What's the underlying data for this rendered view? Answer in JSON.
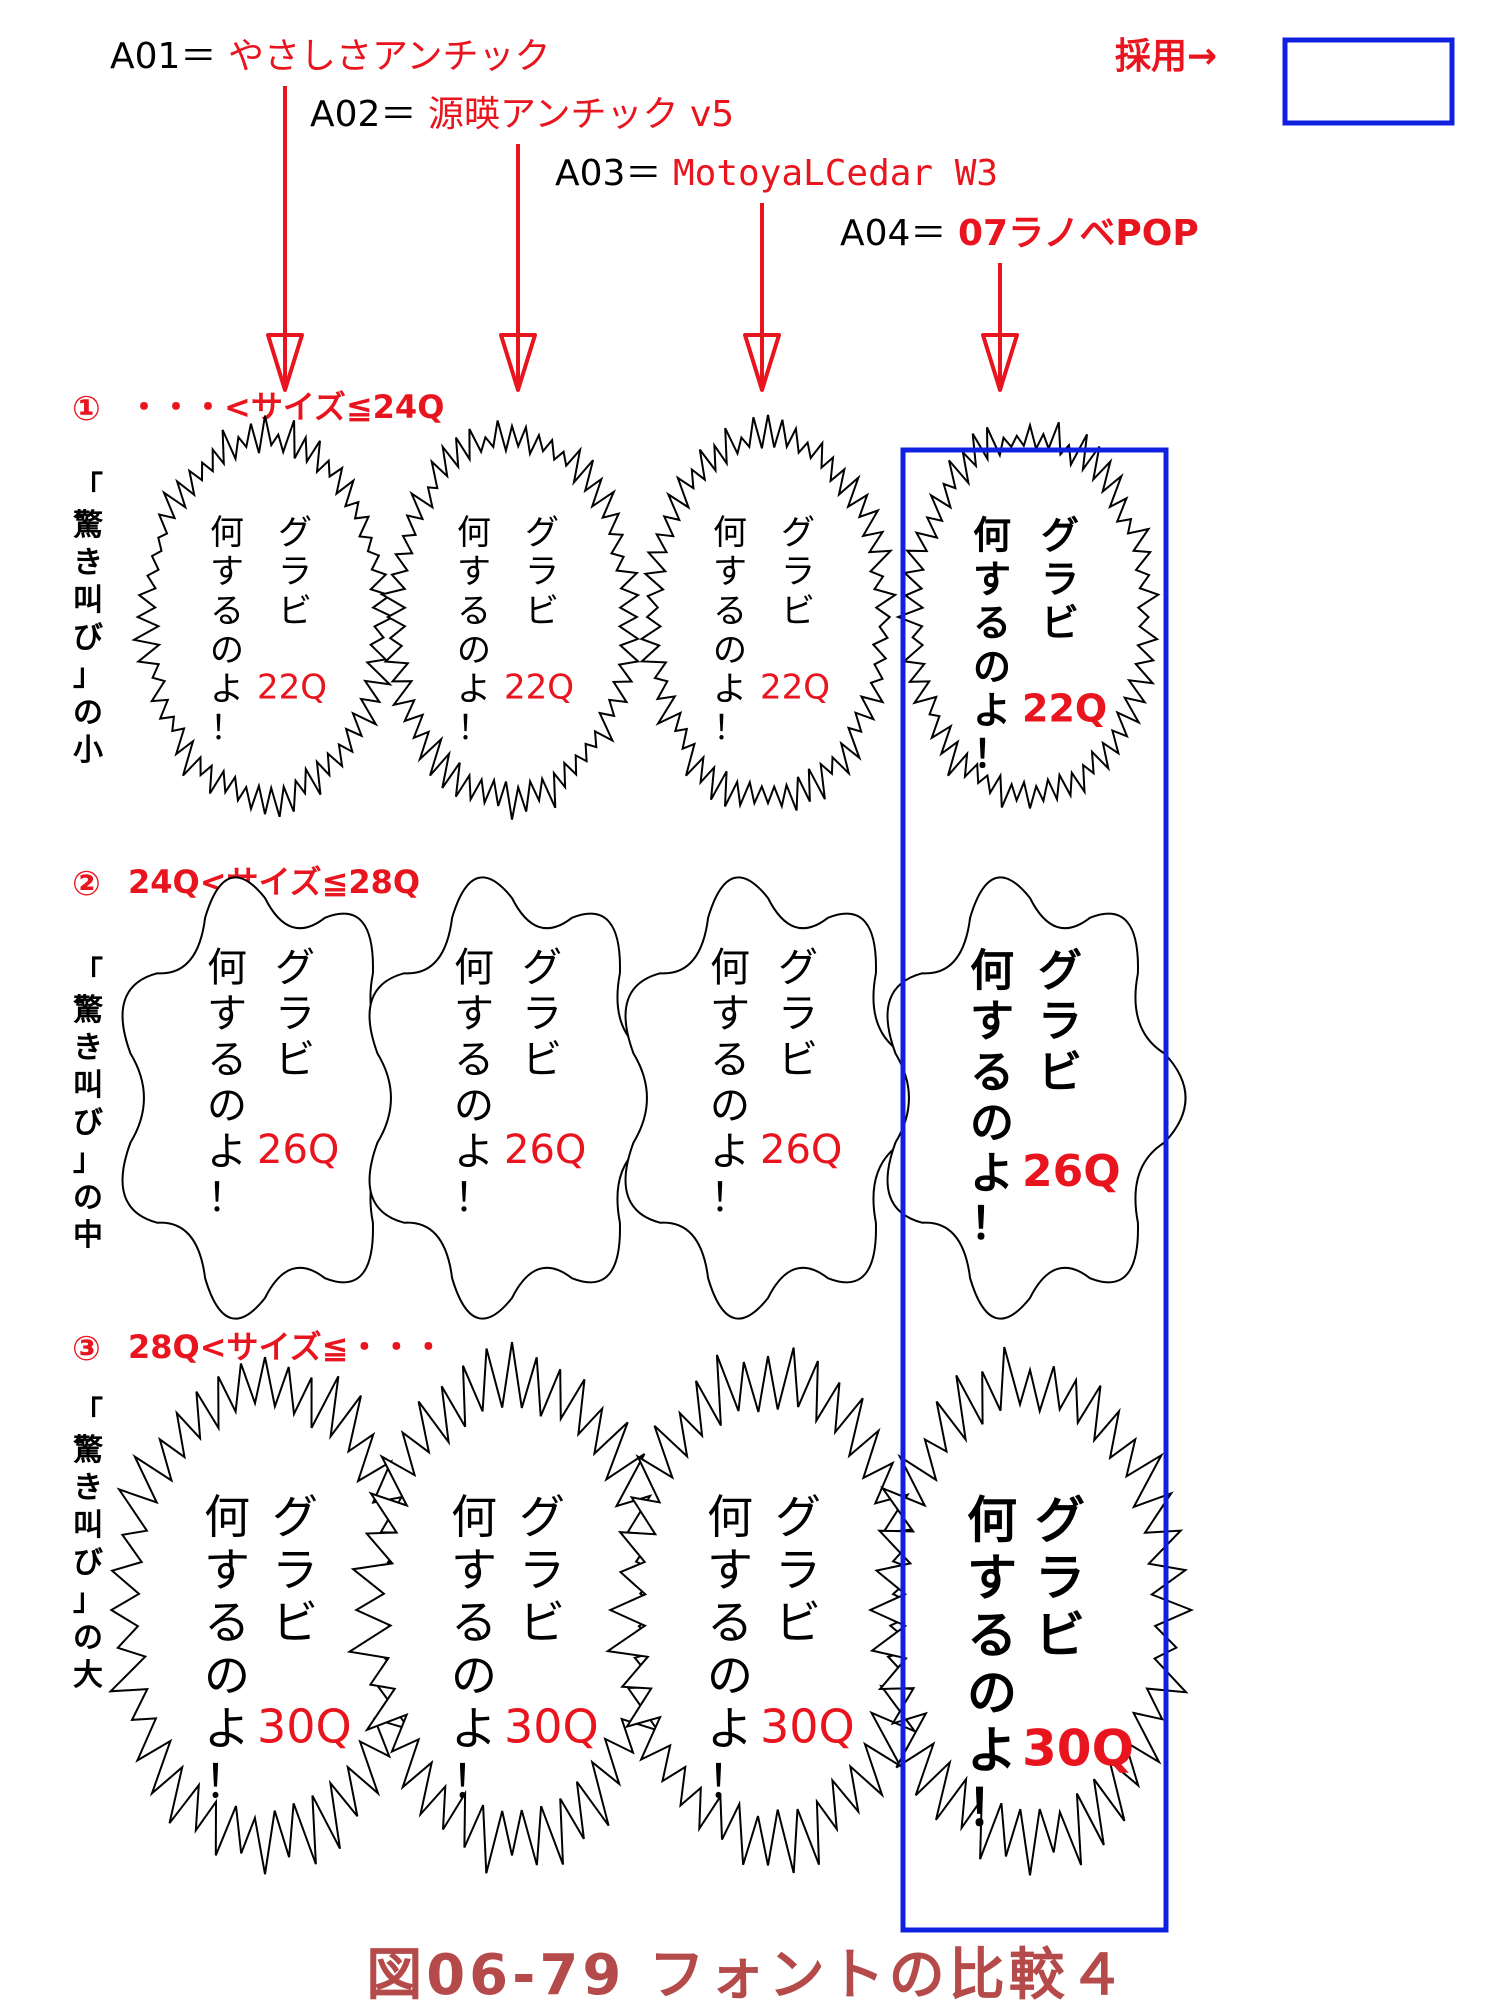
{
  "fonts": [
    {
      "id": "A01",
      "name": "やさしさアンチック"
    },
    {
      "id": "A02",
      "name": "源暎アンチック v5"
    },
    {
      "id": "A03",
      "name": "MotoyaLCedar W3"
    },
    {
      "id": "A04",
      "name": "07ラノベPOP"
    }
  ],
  "adoption_label": "採用→",
  "rows": [
    {
      "marker": "①",
      "range": "・・・<サイズ≦24Q",
      "side_label": "「驚き叫び」の小",
      "sizes": [
        "22Q",
        "22Q",
        "22Q",
        "22Q"
      ]
    },
    {
      "marker": "②",
      "range": "24Q<サイズ≦28Q",
      "side_label": "「驚き叫び」の中",
      "sizes": [
        "26Q",
        "26Q",
        "26Q",
        "26Q"
      ]
    },
    {
      "marker": "③",
      "range": "28Q<サイズ≦・・・",
      "side_label": "「驚き叫び」の大",
      "sizes": [
        "30Q",
        "30Q",
        "30Q",
        "30Q"
      ]
    }
  ],
  "bubble_text": {
    "line1": "グラビ",
    "line2": "何するのよ！"
  },
  "colors": {
    "label_red": "#e8141e",
    "frame_blue": "#1020e0",
    "title_color": "#b54a4a",
    "ink": "#000000"
  },
  "figure_title": "図06-79 フォントの比較４"
}
